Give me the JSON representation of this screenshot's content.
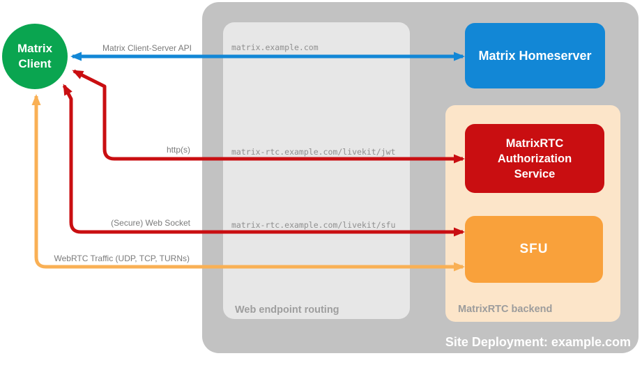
{
  "title": "MatrixRTC site deployment diagram",
  "nodes": {
    "client": {
      "label": "Matrix\nClient",
      "color": "#0AA550"
    },
    "homeserver": {
      "label": "Matrix Homeserver",
      "color": "#1287D6"
    },
    "auth_service": {
      "label": "MatrixRTC\nAuthorization\nService",
      "color": "#C90E11"
    },
    "sfu": {
      "label": "SFU",
      "color": "#F9A13B"
    }
  },
  "containers": {
    "site": {
      "label": "Site Deployment: example.com",
      "color": "#C2C2C2"
    },
    "routing": {
      "label": "Web endpoint routing",
      "color": "#E7E7E7"
    },
    "backend": {
      "label": "MatrixRTC backend",
      "color": "#FCE5C9"
    }
  },
  "connections": [
    {
      "label": "Matrix Client-Server API",
      "route": "matrix.example.com",
      "color": "#1287D6",
      "direction": "bidirectional"
    },
    {
      "label": "http(s)",
      "route": "matrix-rtc.example.com/livekit/jwt",
      "color": "#C90E11",
      "direction": "bidirectional"
    },
    {
      "label": "(Secure) Web Socket",
      "route": "matrix-rtc.example.com/livekit/sfu",
      "color": "#C90E11",
      "direction": "bidirectional"
    },
    {
      "label": "WebRTC Traffic (UDP, TCP, TURNs)",
      "route": "",
      "color": "#F9B055",
      "direction": "bidirectional"
    }
  ]
}
